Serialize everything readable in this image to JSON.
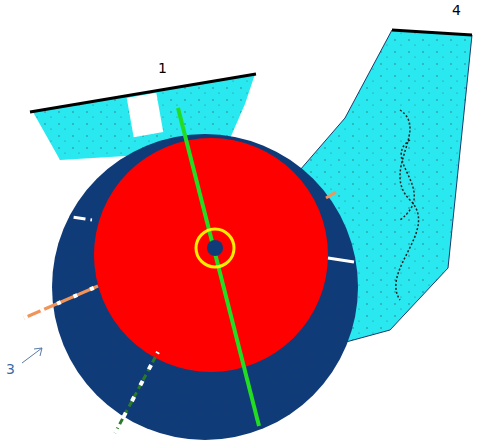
{
  "diagram": {
    "labels": [
      "4",
      "1",
      "3"
    ]
  }
}
